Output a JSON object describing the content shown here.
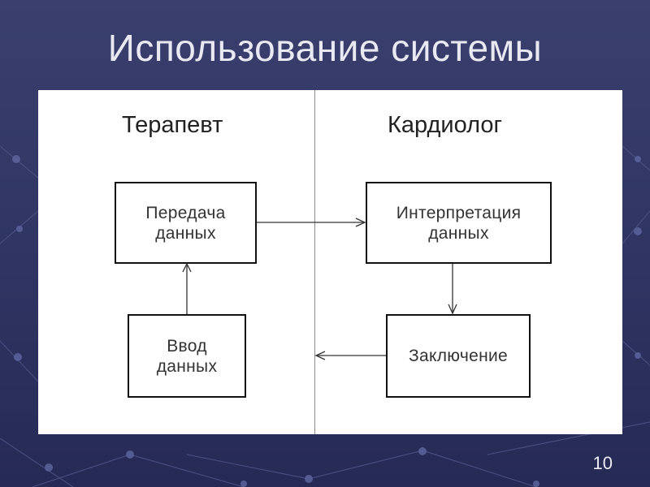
{
  "slide": {
    "title": "Использование системы",
    "page_number": "10"
  },
  "lanes": [
    {
      "title": "Терапевт"
    },
    {
      "title": "Кардиолог"
    }
  ],
  "nodes": {
    "transfer": "Передача\nданных",
    "input": "Ввод\nданных",
    "interpretation": "Интерпретация\nданных",
    "conclusion": "Заключение"
  }
}
